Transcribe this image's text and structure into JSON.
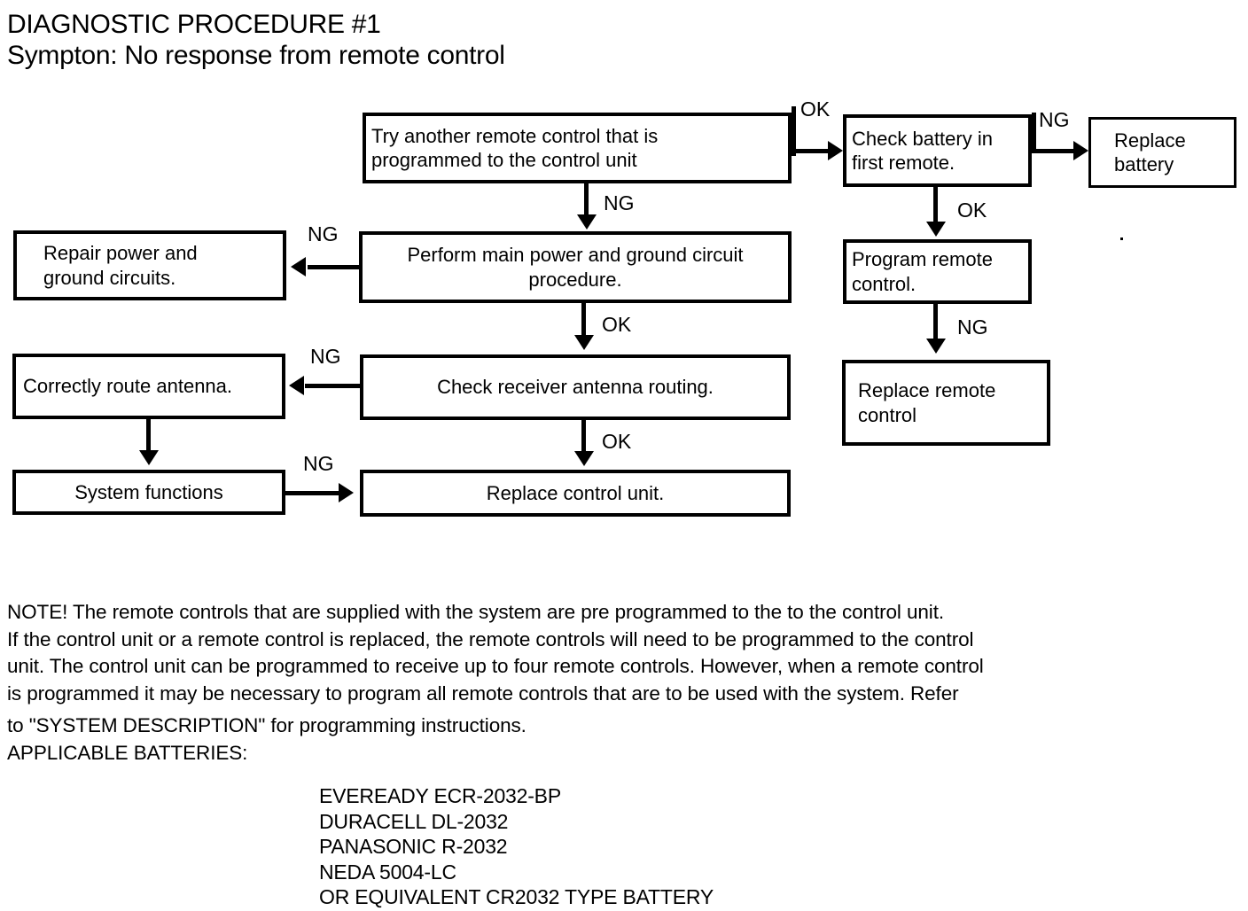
{
  "title": {
    "line1": "DIAGNOSTIC PROCEDURE #1",
    "line2": "Sympton: No response from remote control"
  },
  "flowchart": {
    "nodes": [
      {
        "id": "try-another-remote",
        "label": "Try another remote control that is\nprogrammed to the control unit"
      },
      {
        "id": "check-battery",
        "label": "Check battery in\nfirst remote."
      },
      {
        "id": "replace-battery",
        "label": "Replace\nbattery"
      },
      {
        "id": "program-remote",
        "label": "Program remote\ncontrol."
      },
      {
        "id": "replace-remote",
        "label": "Replace remote\ncontrol"
      },
      {
        "id": "perform-main-power",
        "label": "Perform main power and ground circuit\nprocedure."
      },
      {
        "id": "repair-power",
        "label": "Repair power and\nground circuits."
      },
      {
        "id": "check-antenna",
        "label": "Check receiver antenna routing."
      },
      {
        "id": "route-antenna",
        "label": "Correctly route antenna."
      },
      {
        "id": "system-functions",
        "label": "System functions"
      },
      {
        "id": "replace-control-unit",
        "label": "Replace control unit."
      }
    ],
    "edge_labels": {
      "try_to_check_battery": "OK",
      "check_battery_to_replace_battery": "NG",
      "check_battery_to_program": "OK",
      "program_to_replace_remote": "NG",
      "try_to_perform_main": "NG",
      "perform_main_to_repair": "NG",
      "perform_main_to_check_antenna": "OK",
      "check_antenna_to_route": "NG",
      "check_antenna_to_replace_unit": "OK",
      "system_functions_to_replace_unit": "NG"
    }
  },
  "note": {
    "lines": [
      "NOTE! The remote controls that are supplied with the system are pre programmed to the to the control unit.",
      "If the control unit or a remote control is replaced, the remote controls will need to be  programmed to the control",
      " unit. The control unit can be programmed to receive up to four remote controls. However, when a remote control",
      " is programmed it may be necessary to program all remote controls that are to be used with  the system. Refer",
      " to \"SYSTEM DESCRIPTION\" for programming instructions.",
      "APPLICABLE BATTERIES:"
    ]
  },
  "batteries": {
    "items": [
      "EVEREADY ECR-2032-BP",
      "DURACELL DL-2032",
      "PANASONIC R-2032",
      " NEDA 5004-LC",
      " OR EQUIVALENT CR2032 TYPE BATTERY"
    ]
  },
  "colors": {
    "ink": "#000000",
    "paper": "#ffffff"
  }
}
